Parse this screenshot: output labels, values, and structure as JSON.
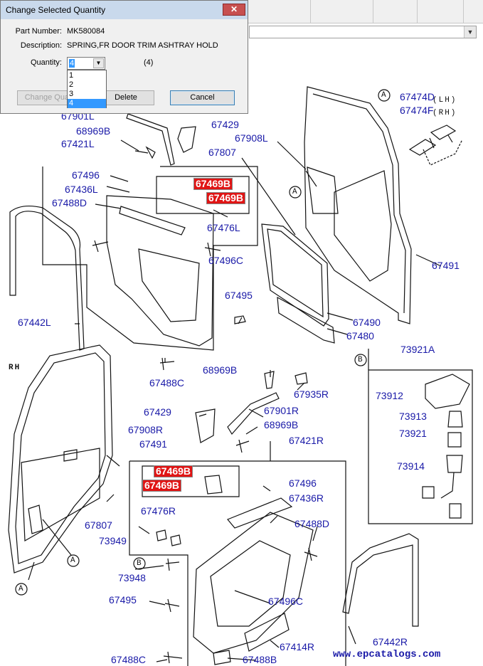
{
  "dialog": {
    "title": "Change Selected Quantity",
    "close_label": "✕",
    "part_number_label": "Part Number:",
    "part_number": "MK580084",
    "description_label": "Description:",
    "description": "SPRING,FR DOOR TRIM ASHTRAY HOLD",
    "quantity_label": "Quantity:",
    "quantity_value": "4",
    "quantity_note": "(4)",
    "quantity_options": [
      "1",
      "2",
      "3",
      "4"
    ],
    "selected_option": "4",
    "buttons": {
      "change": "Change Quantity",
      "delete": "Delete",
      "cancel": "Cancel"
    }
  },
  "diagram": {
    "callouts": [
      "67901L",
      "68969B",
      "67421L",
      "67496",
      "67436L",
      "67488D",
      "67429",
      "67908L",
      "67807",
      "67474D",
      "67474F",
      "67491",
      "67476L",
      "67496C",
      "67495",
      "67490",
      "67480",
      "67442L",
      "73921A",
      "73912",
      "73913",
      "73921",
      "73914",
      "67488C",
      "68969B",
      "67935R",
      "67429",
      "67901R",
      "68969B",
      "67908R",
      "67491",
      "67421R",
      "67496",
      "67436R",
      "67476R",
      "67807",
      "67488D",
      "73949",
      "73948",
      "67495",
      "67496C",
      "67442R",
      "67414R",
      "67488C",
      "67488B"
    ],
    "highlighted": [
      "67469B",
      "67469B",
      "67469B",
      "67469B"
    ],
    "side_labels": {
      "lh": "(LH)",
      "rh": "(RH)",
      "rh_corner": "RH"
    },
    "circle_markers": {
      "a": "A",
      "b": "B"
    },
    "watermark": "www.epcatalogs.com",
    "label_color": "#1a1aa8",
    "highlight_color": "#e01515"
  }
}
